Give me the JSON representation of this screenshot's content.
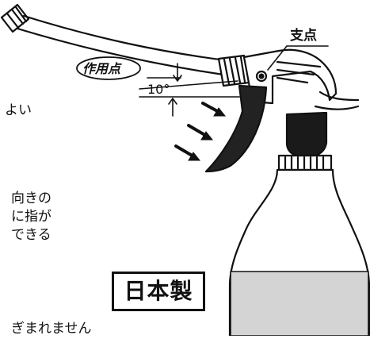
{
  "labels": {
    "pivot": "支点",
    "effort_point": "作用点",
    "angle": "10°",
    "good": "よい"
  },
  "text_lines": [
    "向きの",
    "に指が",
    "できる"
  ],
  "cut_text": "ぎまれません",
  "badge": "日本製"
}
